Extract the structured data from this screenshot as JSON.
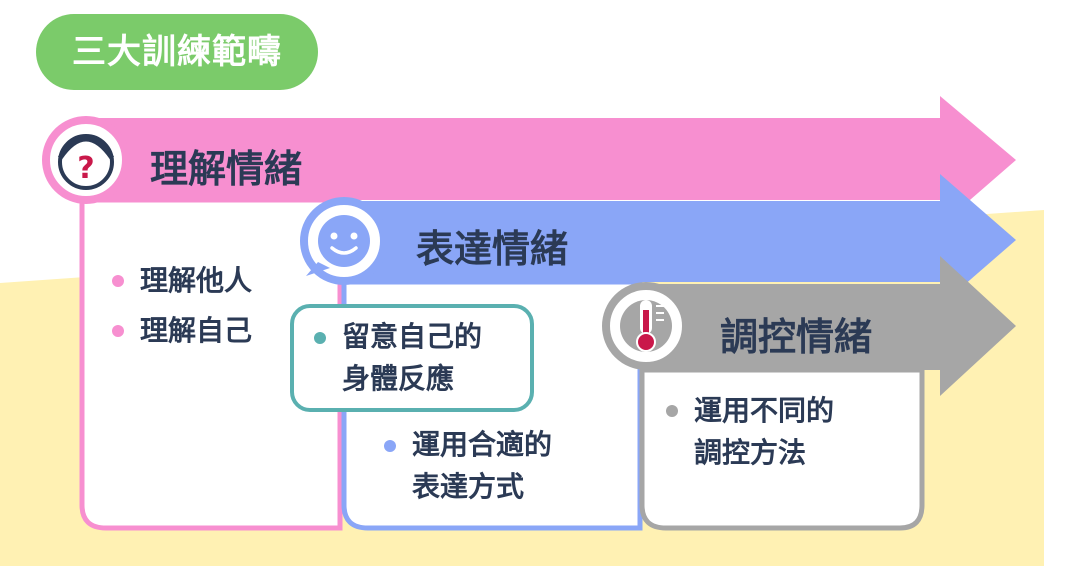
{
  "title": "三大訓練範疇",
  "sections": [
    {
      "id": "understand",
      "heading": "理解情緒",
      "icon": "question-face-icon",
      "color": "#f78fd0",
      "items": [
        "理解他人",
        "理解自己"
      ]
    },
    {
      "id": "express",
      "heading": "表達情緒",
      "icon": "smile-bubble-icon",
      "color": "#8aa6f7",
      "items": [
        "留意自己的身體反應",
        "運用合適的表達方式"
      ]
    },
    {
      "id": "regulate",
      "heading": "調控情緒",
      "icon": "thermometer-icon",
      "color": "#a6a6a6",
      "items": [
        "運用不同的調控方法"
      ]
    }
  ],
  "highlight_box": {
    "line1": "留意自己的",
    "line2": "身體反應",
    "border_color": "#5ab0b0"
  },
  "express_item2": {
    "line1": "運用合適的",
    "line2": "表達方式"
  },
  "regulate_item1": {
    "line1": "運用不同的",
    "line2": "調控方法"
  },
  "background_color": "#fff1b3",
  "title_badge_color": "#7bcb6a"
}
